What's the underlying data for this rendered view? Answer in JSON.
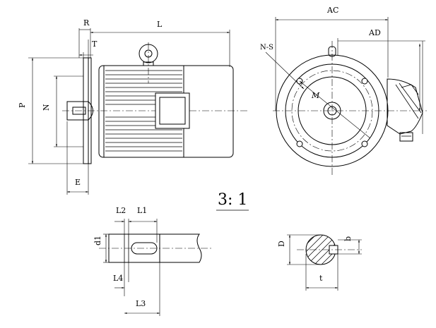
{
  "labels": {
    "R": "R",
    "L": "L",
    "T": "T",
    "P": "P",
    "N": "N",
    "E": "E",
    "AC": "AC",
    "AD": "AD",
    "NS": "N-S",
    "M": "M",
    "scale": "3: 1",
    "L2": "L2",
    "L1": "L1",
    "d1": "d1",
    "L4": "L4",
    "L3": "L3",
    "D": "D",
    "b": "b",
    "t": "t"
  }
}
